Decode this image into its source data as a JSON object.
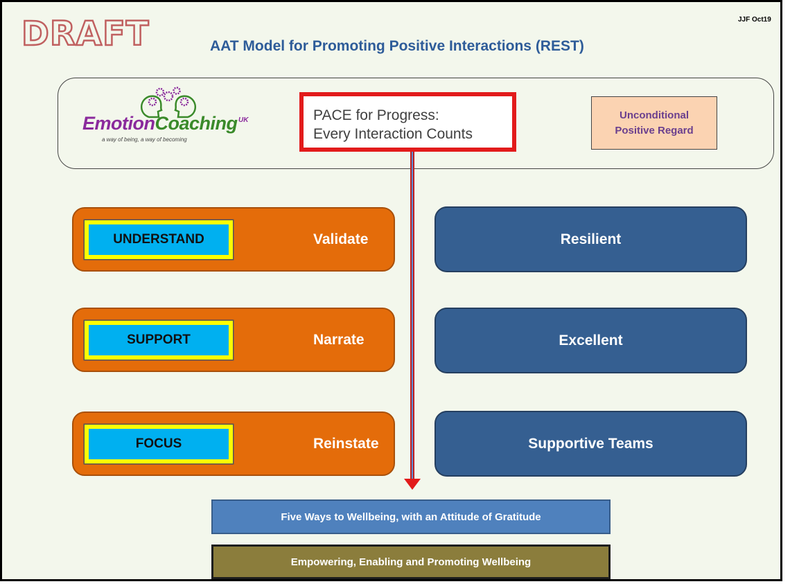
{
  "header": {
    "watermark": "DRAFT",
    "title": "AAT Model for Promoting Positive Interactions (REST)",
    "initials": "JJF Oct19"
  },
  "top_panel": {
    "logo": {
      "word1": "Emotion",
      "word2": "Coaching",
      "suffix": "UK",
      "tagline": "a way of being, a way of becoming"
    },
    "pace": {
      "line1": "PACE for Progress:",
      "line2": "Every Interaction Counts"
    },
    "regard": {
      "line1": "Unconditional",
      "line2": "Positive Regard"
    }
  },
  "left_rows": [
    {
      "key": "UNDERSTAND",
      "action": "Validate"
    },
    {
      "key": "SUPPORT",
      "action": "Narrate"
    },
    {
      "key": "FOCUS",
      "action": "Reinstate"
    }
  ],
  "right_boxes": [
    "Resilient",
    "Excellent",
    "Supportive Teams"
  ],
  "bottom": {
    "five_ways": "Five Ways to Wellbeing, with an Attitude of Gratitude",
    "empowering": "Empowering, Enabling and Promoting Wellbeing"
  },
  "colors": {
    "title": "#2e5c99",
    "orange": "#e46c0a",
    "inner_blue": "#00b0f0",
    "inner_border": "#ffff00",
    "navy": "#355f91",
    "pace_border": "#e21b1b",
    "regard_fill": "#fbd3b2",
    "five_ways_fill": "#4f81bd",
    "empowering_fill": "#8b7d3c"
  }
}
